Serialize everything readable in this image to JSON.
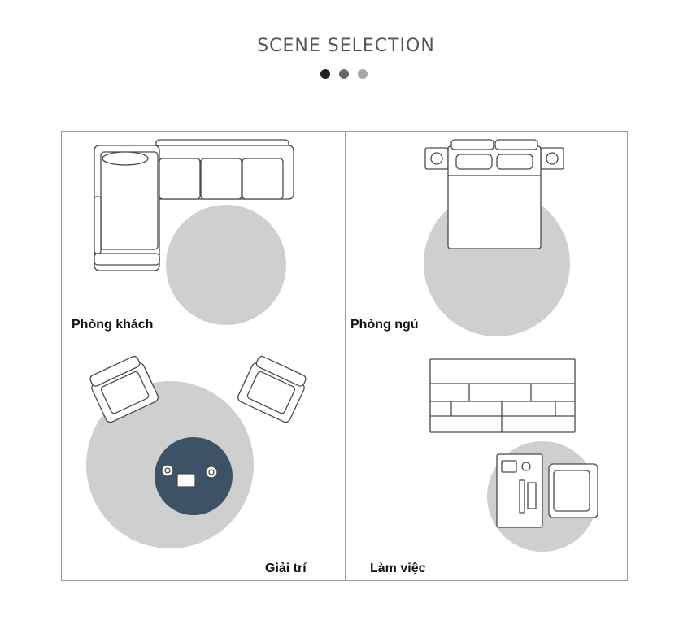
{
  "header": {
    "title": "SCENE SELECTION",
    "pager": [
      {
        "state": "active",
        "color": "#222222"
      },
      {
        "state": "inactive",
        "color": "#666666"
      },
      {
        "state": "inactive",
        "color": "#a6a6a6"
      }
    ]
  },
  "scenes": [
    {
      "id": "living-room",
      "label": "Phòng khách"
    },
    {
      "id": "bedroom",
      "label": "Phòng ngủ"
    },
    {
      "id": "entertainment",
      "label": "Giải trí"
    },
    {
      "id": "workspace",
      "label": "Làm việc"
    }
  ],
  "colors": {
    "rug": "#cfcfcf",
    "table": "#3d5266",
    "line": "#4a4a4a",
    "grid": "#9a9a9a"
  }
}
